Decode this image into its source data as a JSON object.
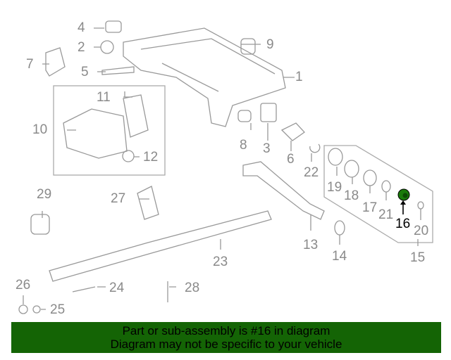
{
  "diagram": {
    "callouts": [
      "1",
      "2",
      "3",
      "4",
      "5",
      "6",
      "7",
      "8",
      "9",
      "10",
      "11",
      "12",
      "13",
      "14",
      "15",
      "16",
      "17",
      "18",
      "19",
      "20",
      "21",
      "22",
      "23",
      "24",
      "25",
      "26",
      "27",
      "28",
      "29"
    ],
    "highlighted_part": "16",
    "highlight_color": "#1a7a0a"
  },
  "banner": {
    "line1": "Part or sub-assembly is #16 in diagram",
    "line2": "Diagram may not be specific to your vehicle",
    "background": "#146405"
  }
}
